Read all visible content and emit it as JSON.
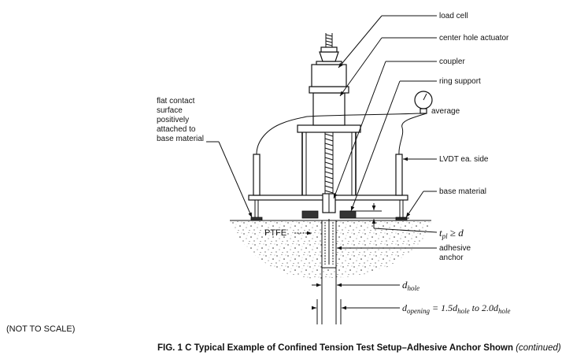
{
  "labels": {
    "load_cell": "load cell",
    "center_hole_actuator": "center hole actuator",
    "coupler": "coupler",
    "ring_support": "ring support",
    "average": "average",
    "lvdt": "LVDT ea. side",
    "base_material": "base material",
    "flat_contact": [
      "flat contact",
      "surface",
      "positively",
      "attached to",
      "base material"
    ],
    "ptfe": "PTFE",
    "adhesive_anchor": [
      "adhesive",
      "anchor"
    ],
    "tpl_main": "t",
    "tpl_sub": "pl",
    "tpl_rel": " ≥ d",
    "dhole_main": "d",
    "dhole_sub": "hole",
    "dopen_main": "d",
    "dopen_sub": "opening",
    "dopen_eq": " = 1.5d",
    "dopen_sub2": "hole",
    "dopen_to": " to 2.0d",
    "dopen_sub3": "hole"
  },
  "scale_note": "(NOT TO SCALE)",
  "caption": {
    "text": "FIG. 1 C Typical Example of Confined Tension Test Setup–Adhesive Anchor Shown",
    "continued": "(continued)"
  }
}
